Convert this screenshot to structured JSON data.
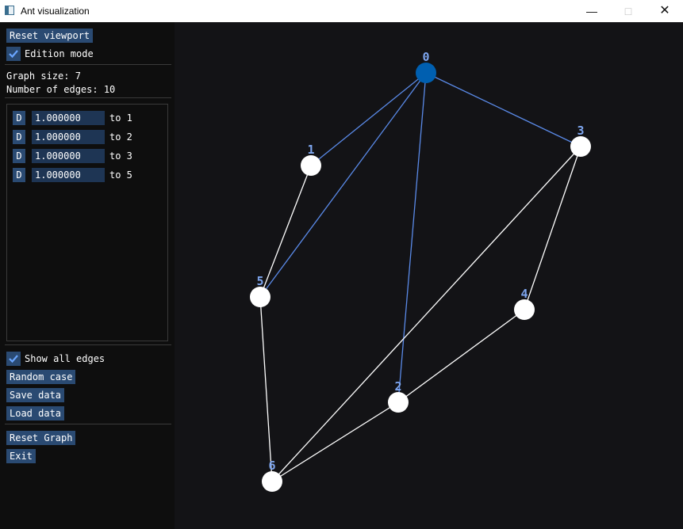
{
  "window": {
    "title": "Ant visualization"
  },
  "sidebar": {
    "reset_viewport": "Reset viewport",
    "edition_mode": "Edition mode",
    "graph_size": "Graph size: 7",
    "num_edges": "Number of edges: 10",
    "edges": [
      {
        "btn": "D",
        "value": "1.000000",
        "to": "to 1"
      },
      {
        "btn": "D",
        "value": "1.000000",
        "to": "to 2"
      },
      {
        "btn": "D",
        "value": "1.000000",
        "to": "to 3"
      },
      {
        "btn": "D",
        "value": "1.000000",
        "to": "to 5"
      }
    ],
    "show_all_edges": "Show all edges",
    "random_case": "Random case",
    "save_data": "Save data",
    "load_data": "Load data",
    "reset_graph": "Reset Graph",
    "exit": "Exit"
  },
  "graph": {
    "selected_node": 0,
    "colors": {
      "selected": "#005fb0",
      "node": "#ffffff",
      "highlight_edge": "#5a8ae8",
      "edge": "#ffffff",
      "label": "#7ea6ef"
    },
    "nodes": [
      {
        "id": 0,
        "label": "0"
      },
      {
        "id": 1,
        "label": "1"
      },
      {
        "id": 2,
        "label": "2"
      },
      {
        "id": 3,
        "label": "3"
      },
      {
        "id": 4,
        "label": "4"
      },
      {
        "id": 5,
        "label": "5"
      },
      {
        "id": 6,
        "label": "6"
      }
    ],
    "edges": [
      [
        0,
        1
      ],
      [
        0,
        2
      ],
      [
        0,
        3
      ],
      [
        0,
        5
      ],
      [
        1,
        5
      ],
      [
        5,
        6
      ],
      [
        3,
        6
      ],
      [
        3,
        4
      ],
      [
        4,
        2
      ],
      [
        2,
        6
      ]
    ]
  }
}
